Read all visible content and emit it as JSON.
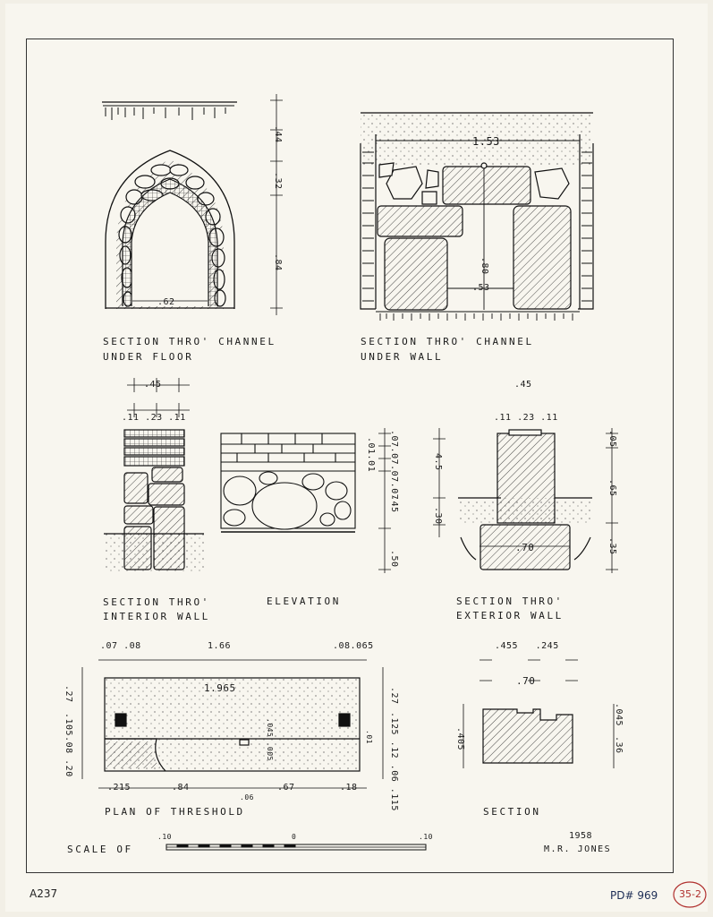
{
  "captions": {
    "channel_floor": [
      "SECTION THRO' CHANNEL",
      "UNDER FLOOR"
    ],
    "channel_wall": [
      "SECTION THRO' CHANNEL",
      "UNDER WALL"
    ],
    "interior_wall": [
      "SECTION THRO'",
      "INTERIOR WALL"
    ],
    "elevation": "ELEVATION",
    "exterior_wall": [
      "SECTION THRO'",
      "EXTERIOR WALL"
    ],
    "plan": "PLAN OF THRESHOLD",
    "section": "SECTION"
  },
  "dims": {
    "floor_width": ".62",
    "floor_v": [
      ".44",
      ".32",
      ".84"
    ],
    "wall_top": "1.53",
    "wall_mid": ".53",
    "wall_v": ".80",
    "int_top": ".45",
    "int_sub": ".11  .23  .11",
    "int_left": "4.5",
    "int_left2": ".30",
    "elev_r1": ".01.01",
    "elev_r2": ".07.07.07.07",
    "elev_r3": ".45",
    "elev_r4": ".50",
    "ext_top": ".45",
    "ext_sub": ".11  .23  .11",
    "ext_v": [
      ".05",
      ".65",
      ".35"
    ],
    "ext_w": ".70",
    "plan_top": [
      ".07 .08",
      "1.66",
      ".08.065"
    ],
    "plan_width": "1.965",
    "plan_left": [
      ".27",
      ".105.08 .20"
    ],
    "plan_right": [
      ".27",
      ".125 .12 .06 .115"
    ],
    "plan_mid": [
      ".045 .005",
      ".01"
    ],
    "plan_bottom": [
      ".215",
      ".84",
      ".06",
      ".67",
      ".18"
    ],
    "sec_top": ".455   .245",
    "sec_w": ".70",
    "sec_v": [
      ".405",
      ".045",
      ".36"
    ]
  },
  "scale": {
    "label": "SCALE OF",
    "ticks": [
      ".10",
      "0",
      ".10"
    ]
  },
  "credit": {
    "year": "1958",
    "author": "M.R. JONES"
  },
  "marks": {
    "left": "A237",
    "pd": "PD# 969",
    "circle": "35-2"
  }
}
